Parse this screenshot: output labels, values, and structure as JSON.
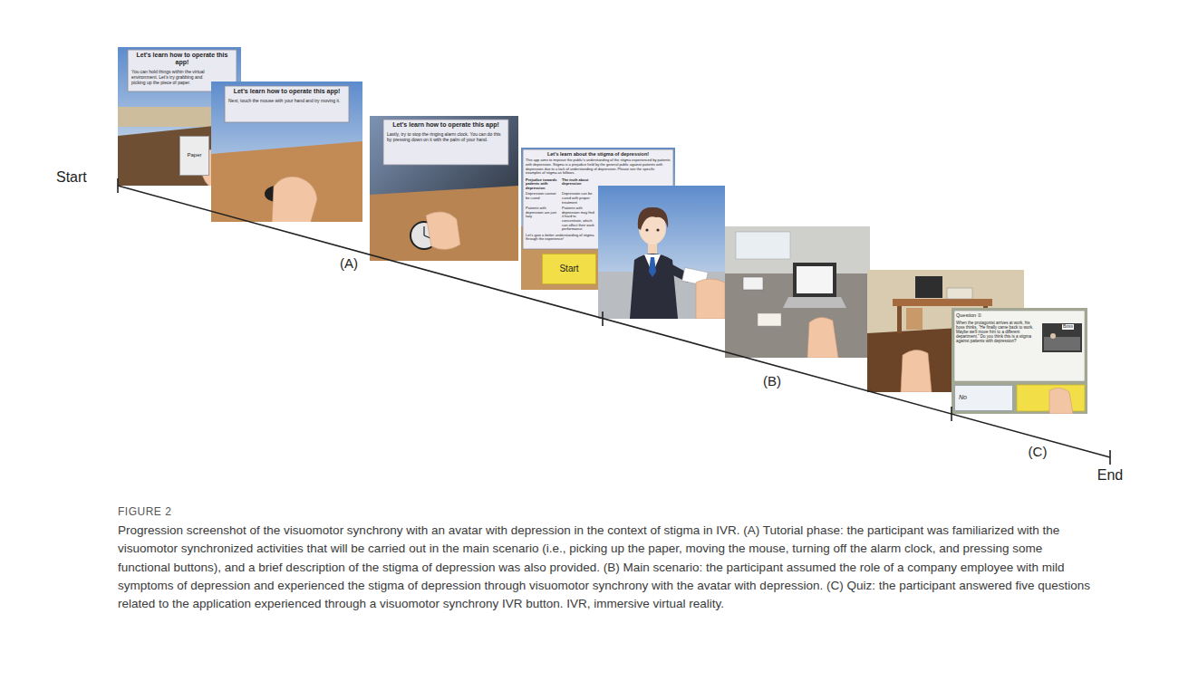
{
  "diagram": {
    "title": "FIGURE 2",
    "caption": "Progression screenshot of the visuomotor synchrony with an avatar with depression in the context of stigma in IVR. (A) Tutorial phase: the participant was familiarized with the visuomotor synchronized activities that will be carried out in the main scenario (i.e., picking up the paper, moving the mouse, turning off the alarm clock, and pressing some functional buttons), and a brief description of the stigma of depression was also provided. (B) Main scenario: the participant assumed the role of a company employee with mild symptoms of depression and experienced the stigma of depression through visuomotor synchrony with the avatar with depression. (C) Quiz: the participant answered five questions related to the application experienced through a visuomotor synchrony IVR button. IVR, immersive virtual reality.",
    "nodes": [
      {
        "text": [
          "Let's learn how to operate this app!",
          "You can hold things within the virtual environment. Let's try grabbing and picking up the piece of paper."
        ]
      },
      {
        "text": [
          "Paper"
        ]
      },
      {
        "text": [
          "Let's learn how to operate this app!",
          "Next, touch the mouse with your hand and try moving it."
        ]
      },
      {
        "text": [
          "Let's learn how to operate this app!",
          "Lastly, try to stop the ringing alarm clock. You can do this by pressing down on it with the palm of your hand."
        ]
      },
      {
        "text": [
          "Let's learn about the stigma of depression!",
          "This app aims to improve the public's understanding of the stigma experienced by patients with depression. Stigma is a prejudice held by the general public against patients with depression due to a lack of understanding of depression. Please see the specific examples of stigma as follows.",
          "Prejudice towards patients with depression",
          "The truth about depression",
          "Depression cannot be cured",
          "Depression can be cured with proper treatment",
          "Patients with depression are just lazy",
          "Patients with depression may find it hard to concentrate, which can affect their work performance",
          "Let's gain a better understanding of stigma through the experience!"
        ]
      },
      {
        "text": [
          "Start"
        ]
      },
      {
        "text": [
          "Question ①",
          "When the protagonist arrives at work, his boss thinks, \"He finally came back to work. Maybe we'll move him to a different department.\" Do you think this is a stigma against patients with depression?"
        ]
      },
      {
        "text": [
          "No"
        ]
      }
    ],
    "labels": [
      "Start",
      "End",
      "(A)",
      "(B)",
      "(C)",
      "Boss"
    ]
  }
}
